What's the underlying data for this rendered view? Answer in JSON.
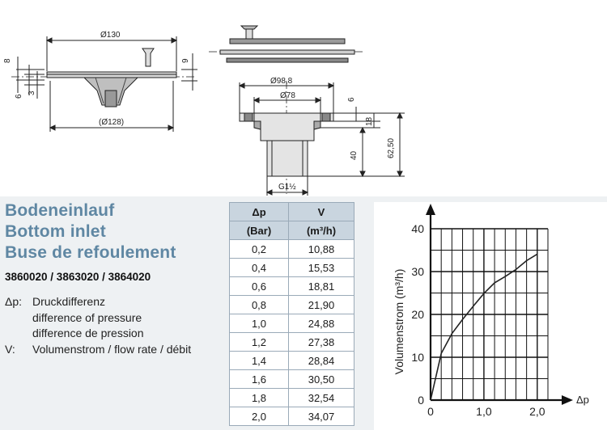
{
  "drawing": {
    "dim_d130": "Ø130",
    "dim_d128": "(Ø128)",
    "dim_8": "8",
    "dim_6": "6",
    "dim_3": "3",
    "dim_9": "9",
    "dim_d98_8": "Ø98,8",
    "dim_d78": "Ø78",
    "dim_6b": "6",
    "dim_18": "18",
    "dim_40": "40",
    "dim_62_50": "62,50",
    "dim_g": "G1½"
  },
  "product": {
    "title_de": "Bodeneinlauf",
    "title_en": "Bottom inlet",
    "title_fr": "Buse de refoulement",
    "article_numbers": "3860020 / 3863020 / 3864020"
  },
  "legend": [
    {
      "key": "Δp:",
      "text": "Druckdifferenz"
    },
    {
      "key": "",
      "text": "difference of pressure"
    },
    {
      "key": "",
      "text": "difference de pression"
    },
    {
      "key": "V:",
      "text": "Volumenstrom / flow rate / débit"
    }
  ],
  "table": {
    "header1": [
      "Δp",
      "V"
    ],
    "header2": [
      "(Bar)",
      "(m³/h)"
    ],
    "rows": [
      [
        "0,2",
        "10,88"
      ],
      [
        "0,4",
        "15,53"
      ],
      [
        "0,6",
        "18,81"
      ],
      [
        "0,8",
        "21,90"
      ],
      [
        "1,0",
        "24,88"
      ],
      [
        "1,2",
        "27,38"
      ],
      [
        "1,4",
        "28,84"
      ],
      [
        "1,6",
        "30,50"
      ],
      [
        "1,8",
        "32,54"
      ],
      [
        "2,0",
        "34,07"
      ]
    ]
  },
  "chart_data": {
    "type": "line",
    "title": "",
    "xlabel": "Δp",
    "ylabel": "Volumenstrom (m³/h)",
    "xlim": [
      0,
      2.2
    ],
    "ylim": [
      0,
      40
    ],
    "xticks": [
      "0",
      "1,0",
      "2,0"
    ],
    "yticks": [
      "0",
      "10",
      "20",
      "30",
      "40"
    ],
    "grid": true,
    "x": [
      0,
      0.2,
      0.4,
      0.6,
      0.8,
      1.0,
      1.2,
      1.4,
      1.6,
      1.8,
      2.0
    ],
    "series": [
      {
        "values": [
          0,
          10.88,
          15.53,
          18.81,
          21.9,
          24.88,
          27.38,
          28.84,
          30.5,
          32.54,
          34.07
        ]
      }
    ]
  }
}
